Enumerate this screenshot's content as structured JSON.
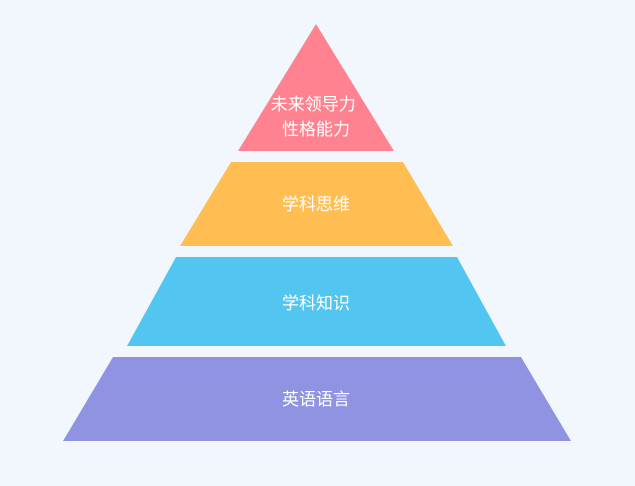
{
  "pyramid": {
    "levels": [
      {
        "label_lines": [
          "未来领导力",
          "性格能力"
        ],
        "color": "#ff8290"
      },
      {
        "label_lines": [
          "学科思维"
        ],
        "color": "#ffbd52"
      },
      {
        "label_lines": [
          "学科知识"
        ],
        "color": "#52c6f0"
      },
      {
        "label_lines": [
          "英语语言"
        ],
        "color": "#8f93e2"
      }
    ]
  }
}
